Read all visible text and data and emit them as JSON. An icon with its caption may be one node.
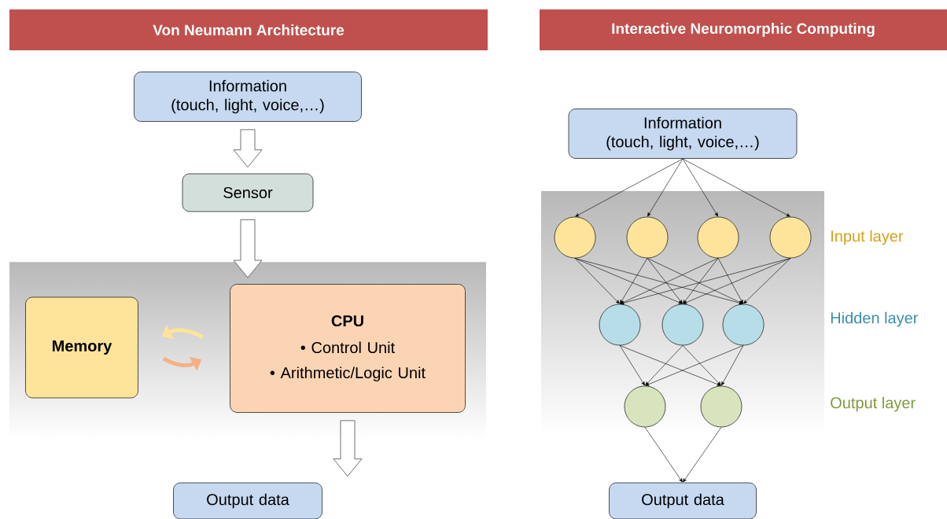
{
  "diagram": {
    "nodes": [
      {
        "text": [
          "Von Neumann Architecture"
        ]
      },
      {
        "text": [
          "Interactive Neuromorphic Computing"
        ]
      },
      {
        "text": [
          "Information",
          "(touch, light, voice,…)"
        ]
      },
      {
        "text": [
          "Sensor"
        ]
      },
      {
        "text": [
          "Memory"
        ]
      },
      {
        "text": [
          "CPU",
          "• Control Unit",
          "• Arithmetic/Logic Unit"
        ]
      },
      {
        "text": [
          "Output data"
        ]
      },
      {
        "text": [
          "Information",
          "(touch, light, voice,…)"
        ]
      },
      {
        "text": [],
        "shape": "circle"
      },
      {
        "text": [],
        "shape": "circle"
      },
      {
        "text": [],
        "shape": "circle"
      },
      {
        "text": [],
        "shape": "circle"
      },
      {
        "text": [],
        "shape": "circle"
      },
      {
        "text": [],
        "shape": "circle"
      },
      {
        "text": [],
        "shape": "circle"
      },
      {
        "text": [],
        "shape": "circle"
      },
      {
        "text": [],
        "shape": "circle"
      },
      {
        "text": [
          "Output data"
        ]
      }
    ],
    "edges": [
      {
        "from": 2,
        "to": 3,
        "arrow": "to",
        "style": "thick"
      },
      {
        "from": 3,
        "to": 5,
        "arrow": "to",
        "style": "thick"
      },
      {
        "from": 5,
        "to": 4,
        "arrow": "to",
        "style": "thick",
        "color": "#fde49a"
      },
      {
        "from": 4,
        "to": 5,
        "arrow": "to",
        "style": "thick",
        "color": "#f4b183"
      },
      {
        "from": 5,
        "to": 6,
        "arrow": "to",
        "style": "thick"
      },
      {
        "from": 7,
        "to": 8,
        "arrow": "to"
      },
      {
        "from": 7,
        "to": 9,
        "arrow": "to"
      },
      {
        "from": 7,
        "to": 10,
        "arrow": "to"
      },
      {
        "from": 7,
        "to": 11,
        "arrow": "to"
      },
      {
        "from": 8,
        "to": 12,
        "arrow": "to"
      },
      {
        "from": 8,
        "to": 13,
        "arrow": "to"
      },
      {
        "from": 8,
        "to": 14,
        "arrow": "to"
      },
      {
        "from": 9,
        "to": 12,
        "arrow": "to"
      },
      {
        "from": 9,
        "to": 13,
        "arrow": "to"
      },
      {
        "from": 9,
        "to": 14,
        "arrow": "to"
      },
      {
        "from": 10,
        "to": 12,
        "arrow": "to"
      },
      {
        "from": 10,
        "to": 13,
        "arrow": "to"
      },
      {
        "from": 10,
        "to": 14,
        "arrow": "to"
      },
      {
        "from": 11,
        "to": 12,
        "arrow": "to"
      },
      {
        "from": 11,
        "to": 13,
        "arrow": "to"
      },
      {
        "from": 11,
        "to": 14,
        "arrow": "to"
      },
      {
        "from": 12,
        "to": 15,
        "arrow": "to"
      },
      {
        "from": 12,
        "to": 16,
        "arrow": "to"
      },
      {
        "from": 13,
        "to": 15,
        "arrow": "to"
      },
      {
        "from": 13,
        "to": 16,
        "arrow": "to"
      },
      {
        "from": 14,
        "to": 15,
        "arrow": "to"
      },
      {
        "from": 14,
        "to": 16,
        "arrow": "to"
      },
      {
        "from": 15,
        "to": 17,
        "arrow": "to"
      },
      {
        "from": 16,
        "to": 17,
        "arrow": "to"
      }
    ],
    "labels": [
      "Input layer",
      "Hidden layer",
      "Output layer"
    ]
  }
}
